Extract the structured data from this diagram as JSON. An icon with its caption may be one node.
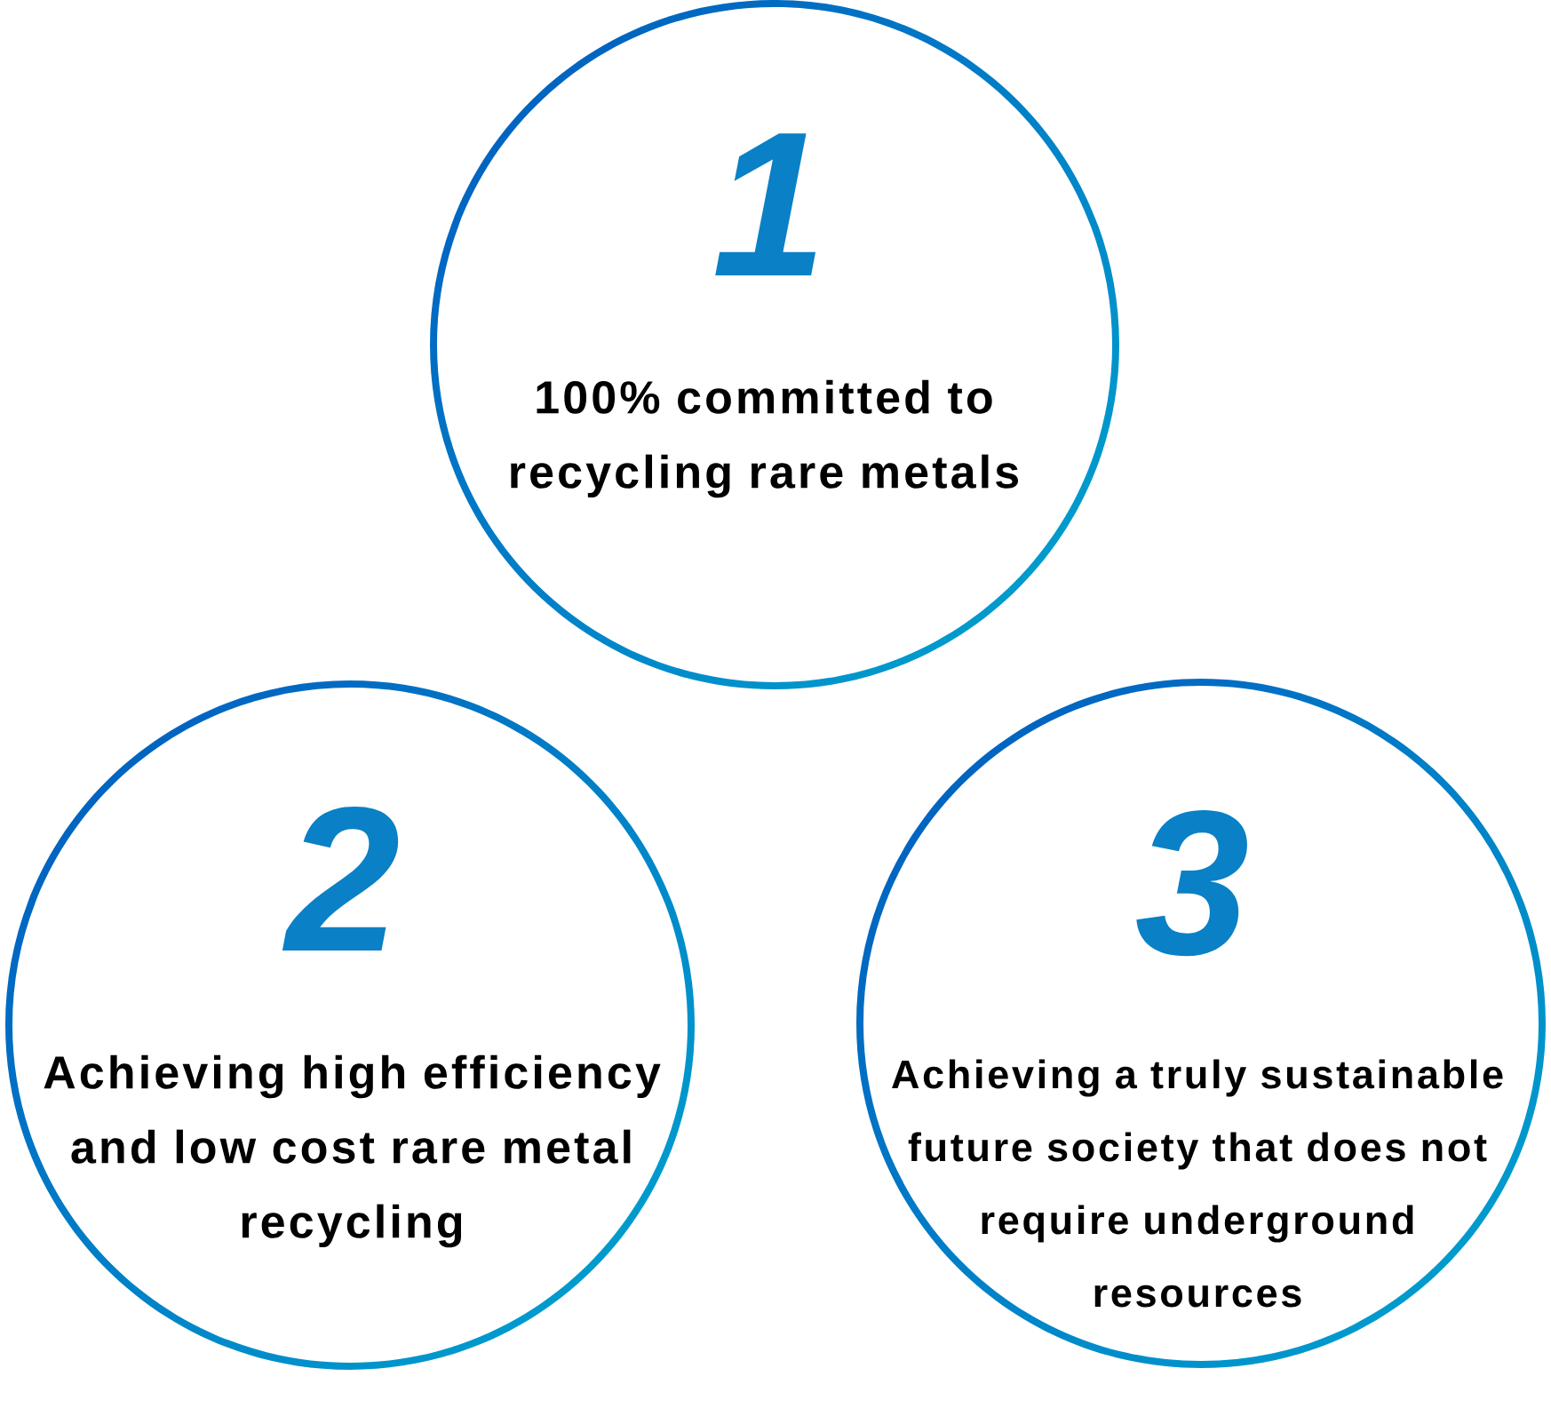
{
  "diagram": {
    "nodes": [
      {
        "text": [
          "1",
          "100% committed to recycling rare metals"
        ]
      },
      {
        "text": [
          "2",
          "Achieving high efficiency and low cost rare metal recycling"
        ]
      },
      {
        "text": [
          "3",
          "Achieving a truly sustainable future society that does not require underground resources"
        ]
      }
    ]
  }
}
